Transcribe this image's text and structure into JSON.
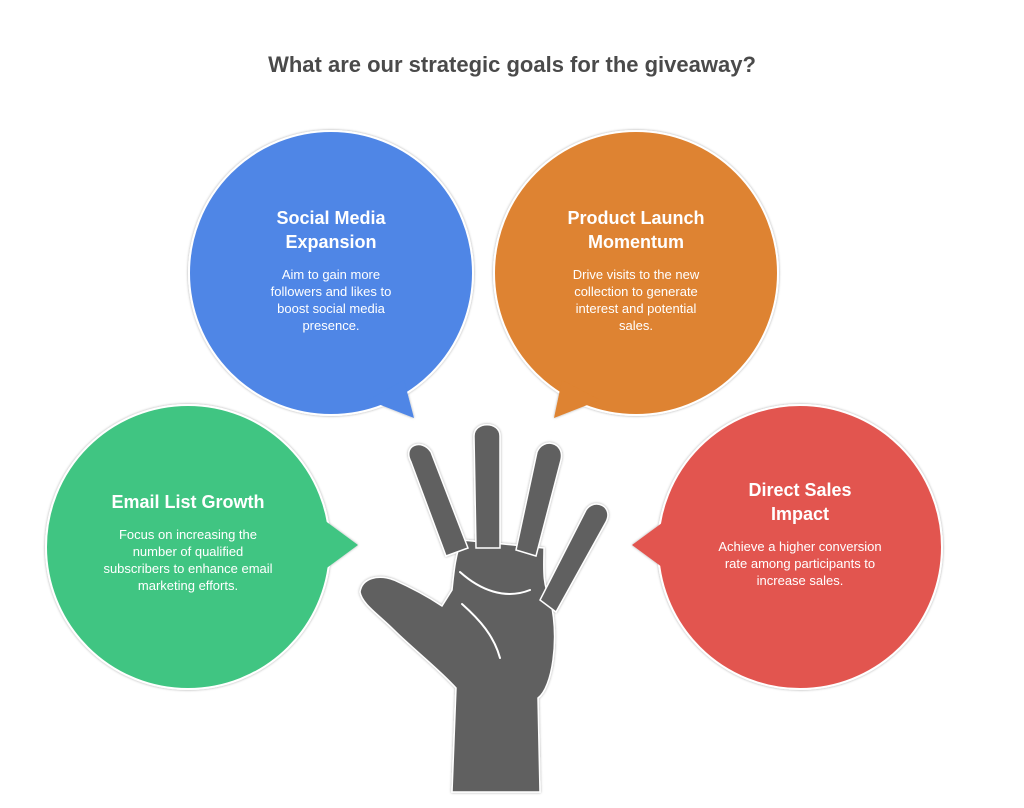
{
  "title": "What are our strategic goals for the giveaway?",
  "colors": {
    "social": "#4f86e6",
    "product": "#de8330",
    "email": "#3fc582",
    "sales": "#e25550",
    "hand": "#616161"
  },
  "bubbles": {
    "social": {
      "title": "Social Media Expansion",
      "desc": "Aim to gain more followers and likes to boost social media presence."
    },
    "product": {
      "title": "Product Launch Momentum",
      "desc": "Drive visits to the new collection to generate interest and potential sales."
    },
    "email": {
      "title": "Email List Growth",
      "desc": "Focus on increasing the number of qualified subscribers to enhance email marketing efforts."
    },
    "sales": {
      "title": "Direct Sales Impact",
      "desc": "Achieve a higher conversion rate among participants to increase sales."
    }
  }
}
